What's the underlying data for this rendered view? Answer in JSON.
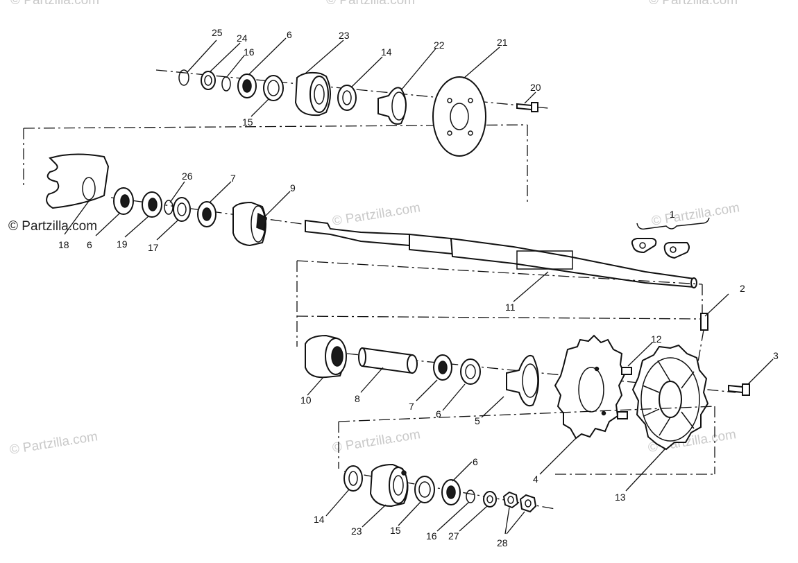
{
  "watermark": {
    "text": "© Partzilla.com",
    "main_text": "© Partzilla.com"
  },
  "callouts": {
    "c1": "1",
    "c2": "2",
    "c3": "3",
    "c4": "4",
    "c5": "5",
    "c6a": "6",
    "c6b": "6",
    "c6c": "6",
    "c6d": "6",
    "c7a": "7",
    "c7b": "7",
    "c8": "8",
    "c9": "9",
    "c10": "10",
    "c11": "11",
    "c12": "12",
    "c13": "13",
    "c14a": "14",
    "c14b": "14",
    "c15a": "15",
    "c15b": "15",
    "c16a": "16",
    "c16b": "16",
    "c17": "17",
    "c18": "18",
    "c19": "19",
    "c20": "20",
    "c21": "21",
    "c22": "22",
    "c23a": "23",
    "c23b": "23",
    "c24": "24",
    "c25": "25",
    "c26": "26",
    "c27": "27",
    "c28": "28"
  },
  "colors": {
    "ink": "#111111",
    "watermark": "#c9c9c9"
  }
}
